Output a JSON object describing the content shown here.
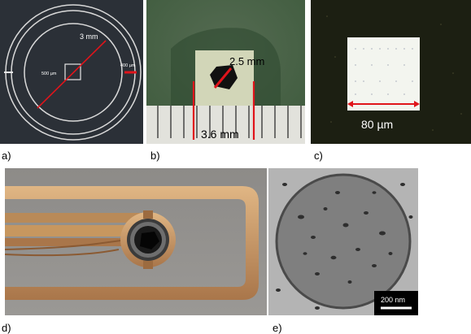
{
  "panels": {
    "a": {
      "label": "a)",
      "annot_outer": "3 mm",
      "annot_center": "500 µm",
      "annot_right": "400 µm"
    },
    "b": {
      "label": "b)",
      "annot_diag": "2.5 mm",
      "annot_width": "3.6 mm"
    },
    "c": {
      "label": "c)",
      "annot_width": "80 µm"
    },
    "d": {
      "label": "d)"
    },
    "e": {
      "label": "e)",
      "scalebar": "200 nm"
    }
  },
  "colors": {
    "panel_a_bg": "#2b3037",
    "annotation_red": "#e0141b",
    "panel_c_bg": "#1c1f12",
    "gold": "#c99a62",
    "tem_bg": "#b4b4b4"
  }
}
